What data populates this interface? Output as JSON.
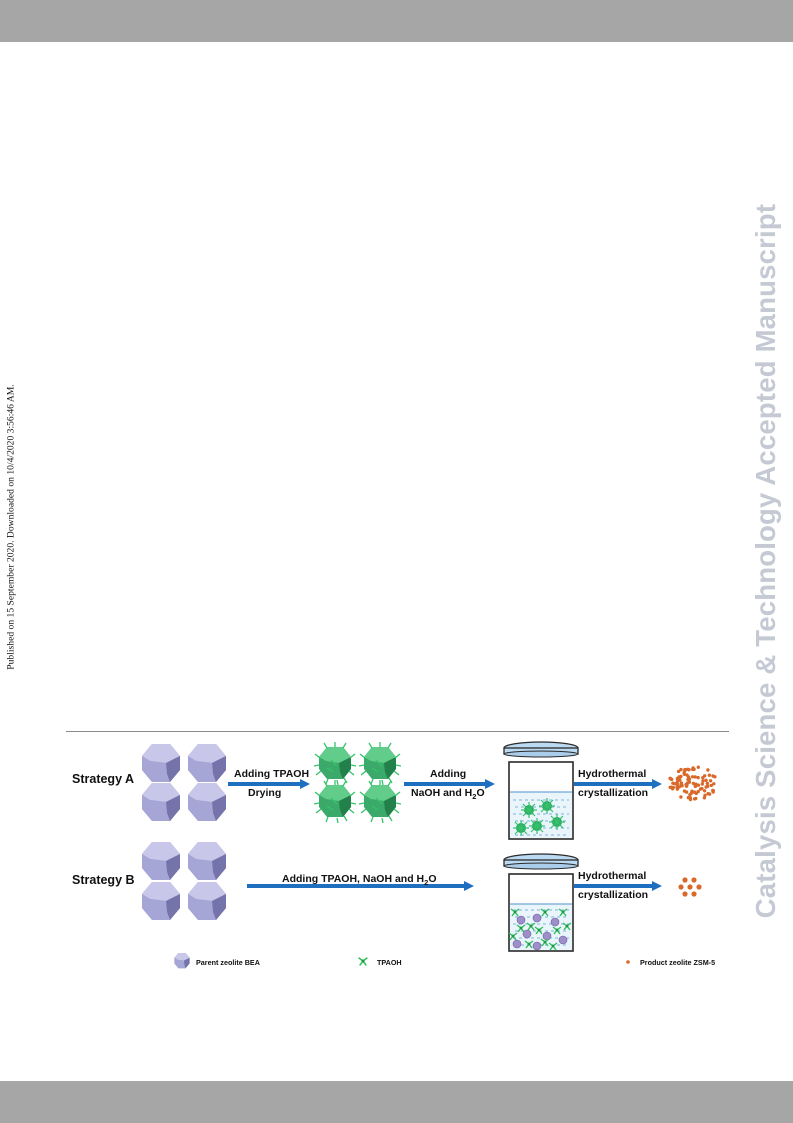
{
  "margin_text": {
    "published": "Published on 15 September 2020. Downloaded on 10/4/2020 3:56:46 AM.",
    "journal": "Catalysis Science & Technology Accepted Manuscript"
  },
  "figure": {
    "strategy_a": {
      "label": "Strategy A",
      "step1_line1": "Adding TPAOH",
      "step1_line2": "Drying",
      "step2_line1": "Adding",
      "step2_line2_main": "NaOH and H",
      "step2_line2_sub": "2",
      "step2_line2_end": "O",
      "step3_line1": "Hydrothermal",
      "step3_line2": "crystallization"
    },
    "strategy_b": {
      "label": "Strategy B",
      "step1_main": "Adding TPAOH, NaOH and H",
      "step1_sub": "2",
      "step1_end": "O",
      "step2_line1": "Hydrothermal",
      "step2_line2": "crystallization"
    },
    "legend": {
      "parent": "Parent  zeolite BEA",
      "tpaoh": "TPAOH",
      "product": "Product zeolite ZSM-5"
    },
    "colors": {
      "arrow": "#1f6fc0",
      "crystal": "#a9a8d8",
      "tpaoh": "#2fbf5b",
      "product": "#d9692a",
      "band": "#a6a6a6",
      "journal_watermark": "#c4c9d3"
    }
  }
}
